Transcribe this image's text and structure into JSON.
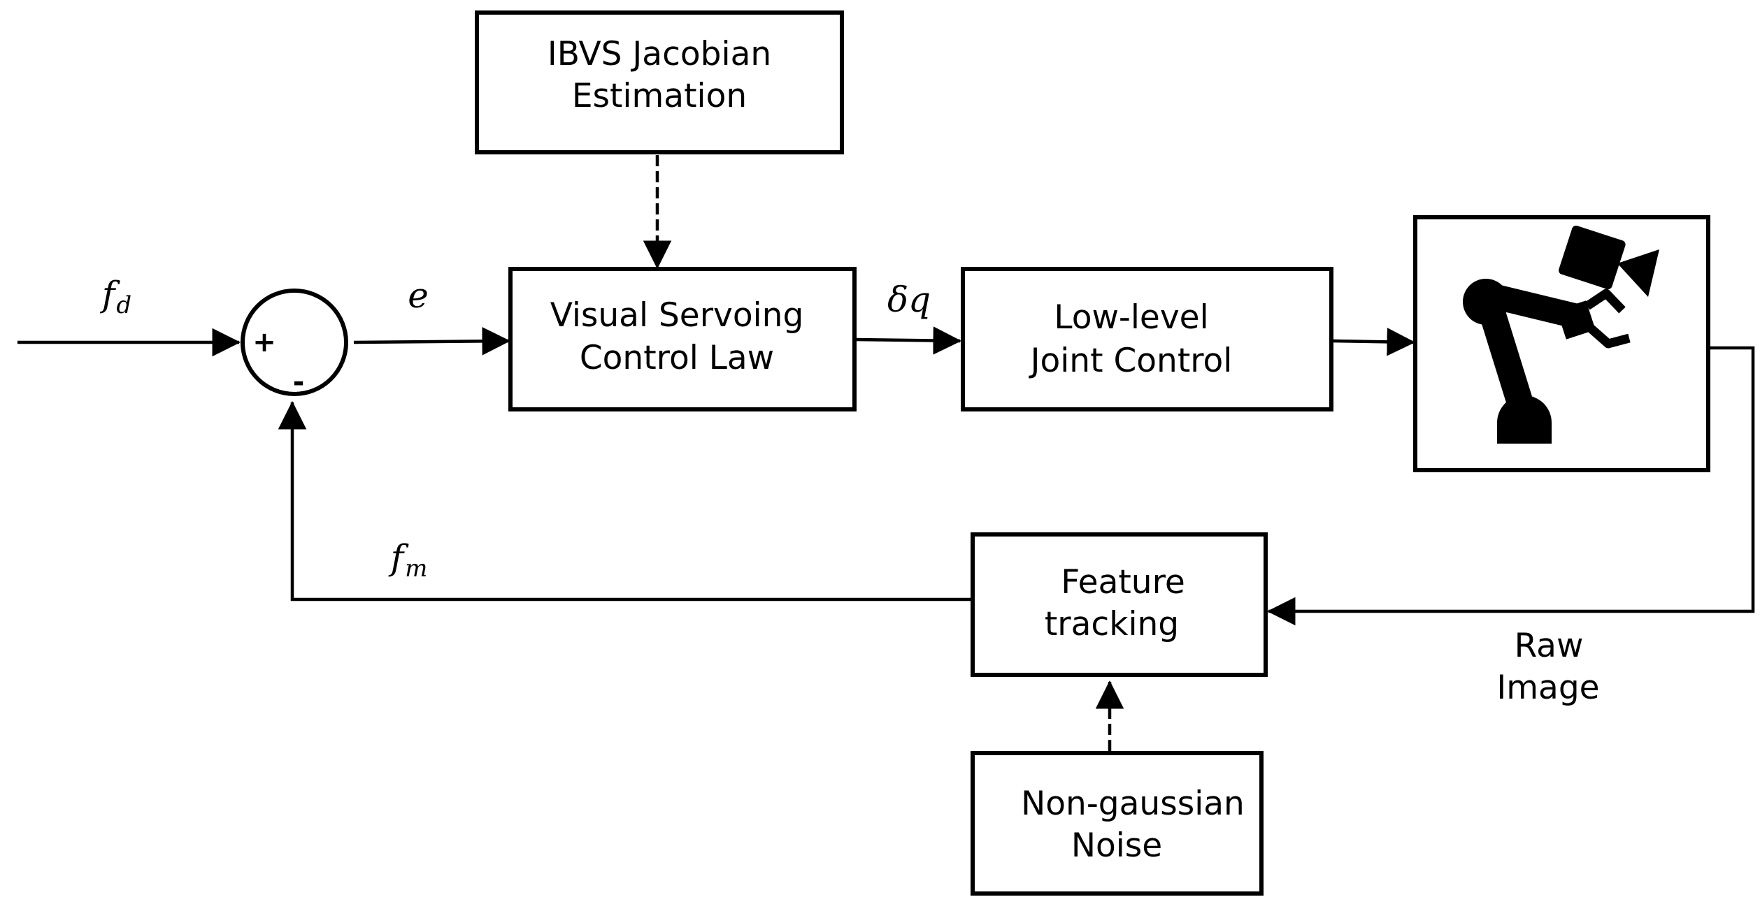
{
  "blocks": {
    "jacobian": {
      "line1": "IBVS Jacobian",
      "line2": "Estimation"
    },
    "control_law": {
      "line1": "Visual Servoing",
      "line2": "Control Law"
    },
    "joint_control": {
      "line1": "Low-level",
      "line2": "Joint Control"
    },
    "feature_tracking": {
      "line1": "Feature",
      "line2": "tracking"
    },
    "noise": {
      "line1": "Non-gaussian",
      "line2": "Noise"
    }
  },
  "summing_junction": {
    "plus": "+",
    "minus": "-"
  },
  "signals": {
    "reference": {
      "base": "f",
      "sub": "d"
    },
    "error": "e",
    "joint_increment": "δq",
    "measured": {
      "base": "f",
      "sub": "m"
    },
    "raw_image": {
      "line1": "Raw",
      "line2": "Image"
    }
  },
  "icons": {
    "plant": "robot-arm-with-camera-icon"
  }
}
